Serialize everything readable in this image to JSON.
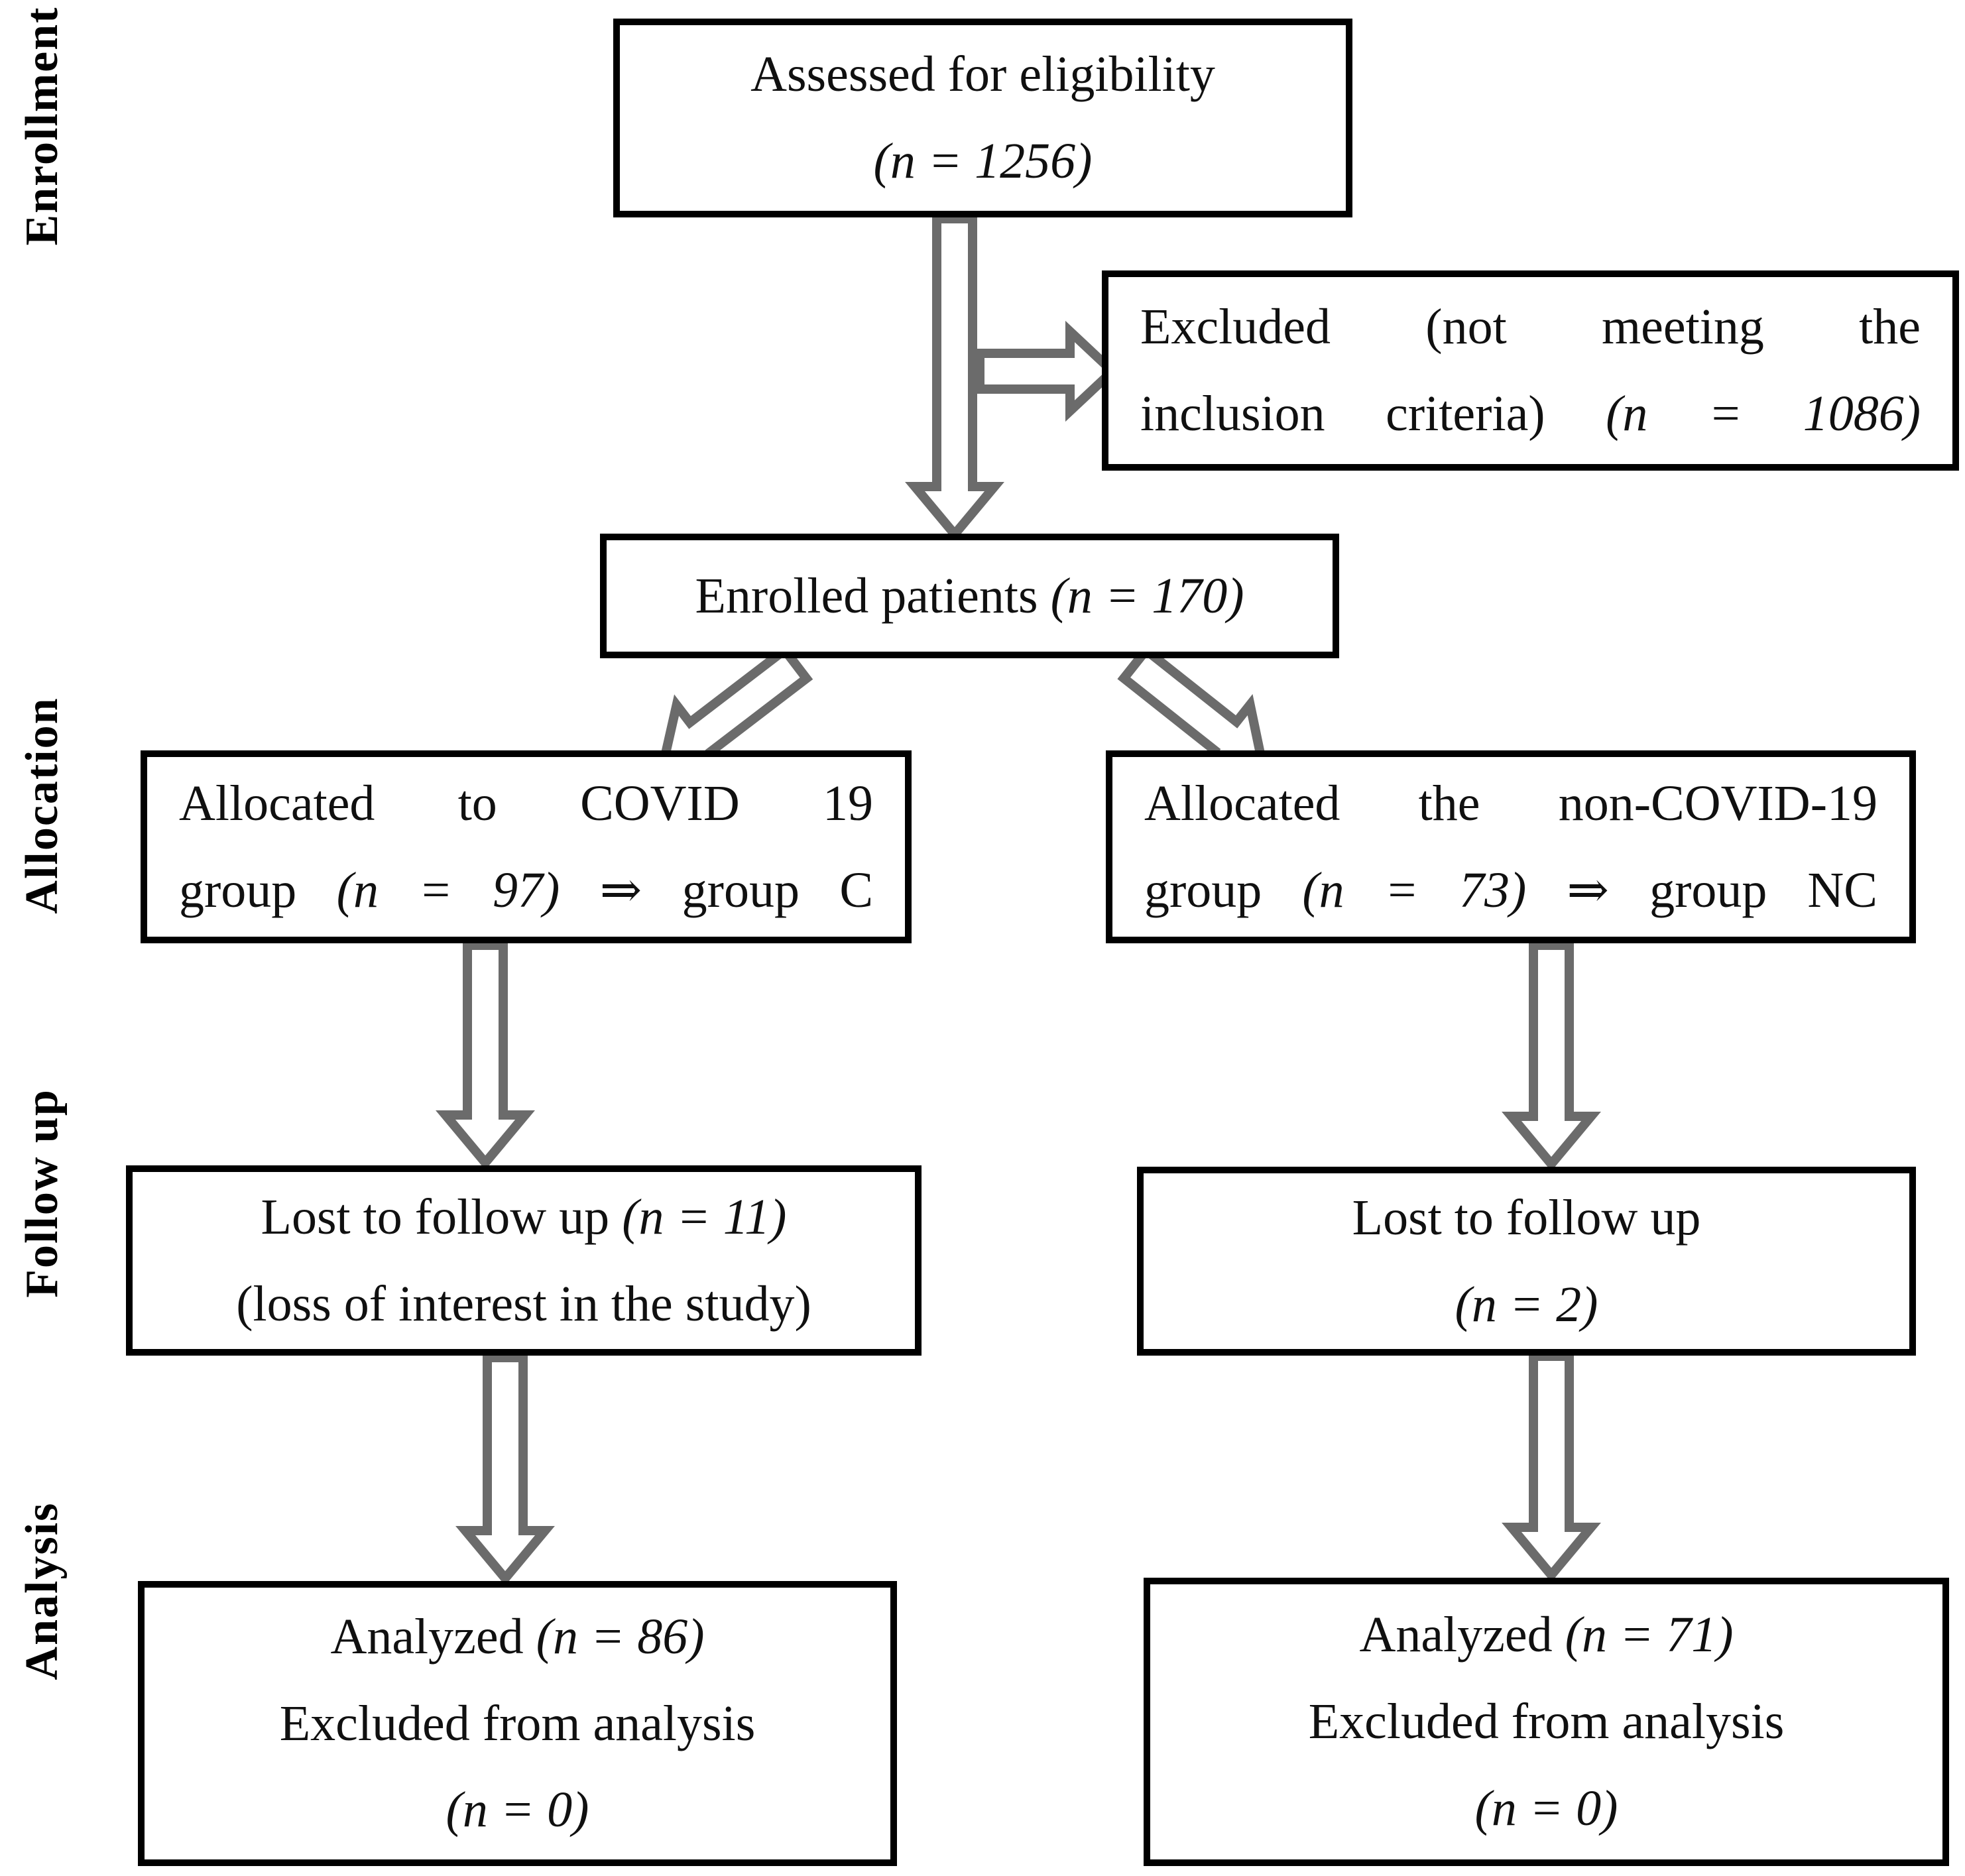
{
  "figure": {
    "type": "consort-flow-diagram",
    "stages": {
      "enrollment": "Enrollment",
      "allocation": "Allocation",
      "followup": "Follow up",
      "analysis": "Analysis"
    },
    "boxes": {
      "assessed": {
        "lines": [
          "Assessed for eligibility",
          "(n = 1256)"
        ],
        "n": 1256
      },
      "excluded": {
        "lines": [
          "Excluded (not meeting the",
          "inclusion criteria) (n = 1086)"
        ],
        "n": 1086
      },
      "enrolled": {
        "lines": [
          "Enrolled patients (n = 170)"
        ],
        "n": 170
      },
      "alloc_covid": {
        "lines": [
          "Allocated to COVID 19",
          "group (n = 97) ⇒ group C"
        ],
        "n": 97,
        "group": "C"
      },
      "alloc_non_covid": {
        "lines": [
          "Allocated the non-COVID-19",
          "group (n = 73) ⇒ group NC"
        ],
        "n": 73,
        "group": "NC"
      },
      "lost_covid": {
        "lines": [
          "Lost to follow up (n = 11)",
          "(loss of interest in the study)"
        ],
        "n": 11
      },
      "lost_non_covid": {
        "lines": [
          "Lost to follow up",
          "(n = 2)"
        ],
        "n": 2
      },
      "analyzed_covid": {
        "lines": [
          "Analyzed (n = 86)",
          "Excluded from analysis",
          "(n = 0)"
        ],
        "analyzed_n": 86,
        "excluded_from_analysis_n": 0
      },
      "analyzed_non_covid": {
        "lines": [
          "Analyzed (n = 71)",
          "Excluded from analysis",
          "(n = 0)"
        ],
        "analyzed_n": 71,
        "excluded_from_analysis_n": 0
      }
    },
    "colors": {
      "arrow": "#6b6b6b",
      "box_border": "#000000",
      "background": "#ffffff",
      "text": "#101010"
    }
  }
}
